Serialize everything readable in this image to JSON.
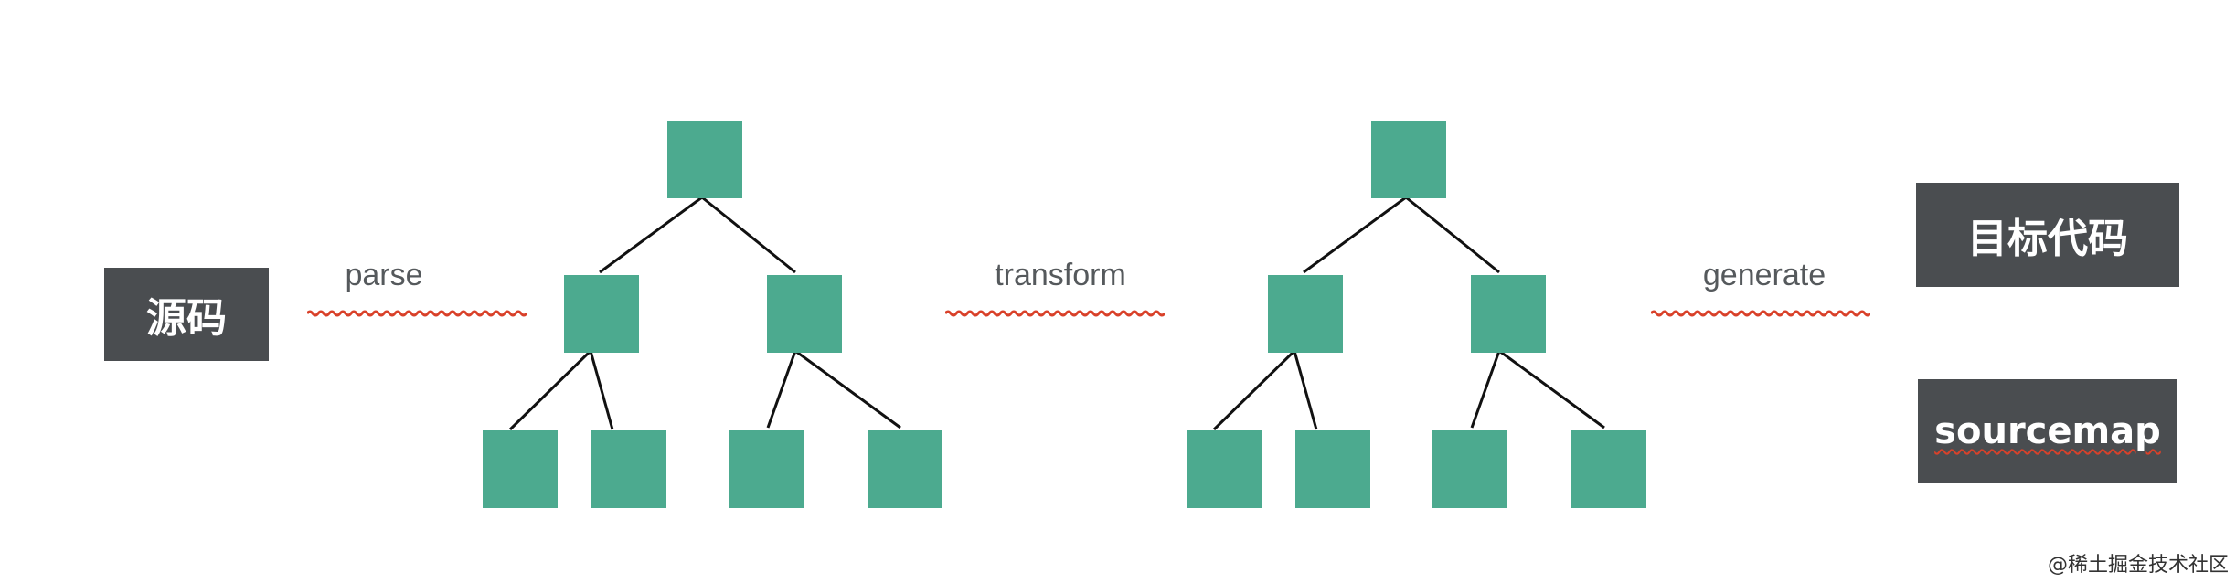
{
  "source_box": {
    "label": "源码"
  },
  "target_box": {
    "label": "目标代码"
  },
  "sourcemap_box": {
    "label": "sourcemap"
  },
  "steps": [
    {
      "label": "parse"
    },
    {
      "label": "transform"
    },
    {
      "label": "generate"
    }
  ],
  "watermark": "@稀土掘金技术社区",
  "colors": {
    "node": "#4caa8f",
    "box": "#4a4d50",
    "edge": "#111111",
    "underline": "#d9412a",
    "label": "#55595c"
  }
}
